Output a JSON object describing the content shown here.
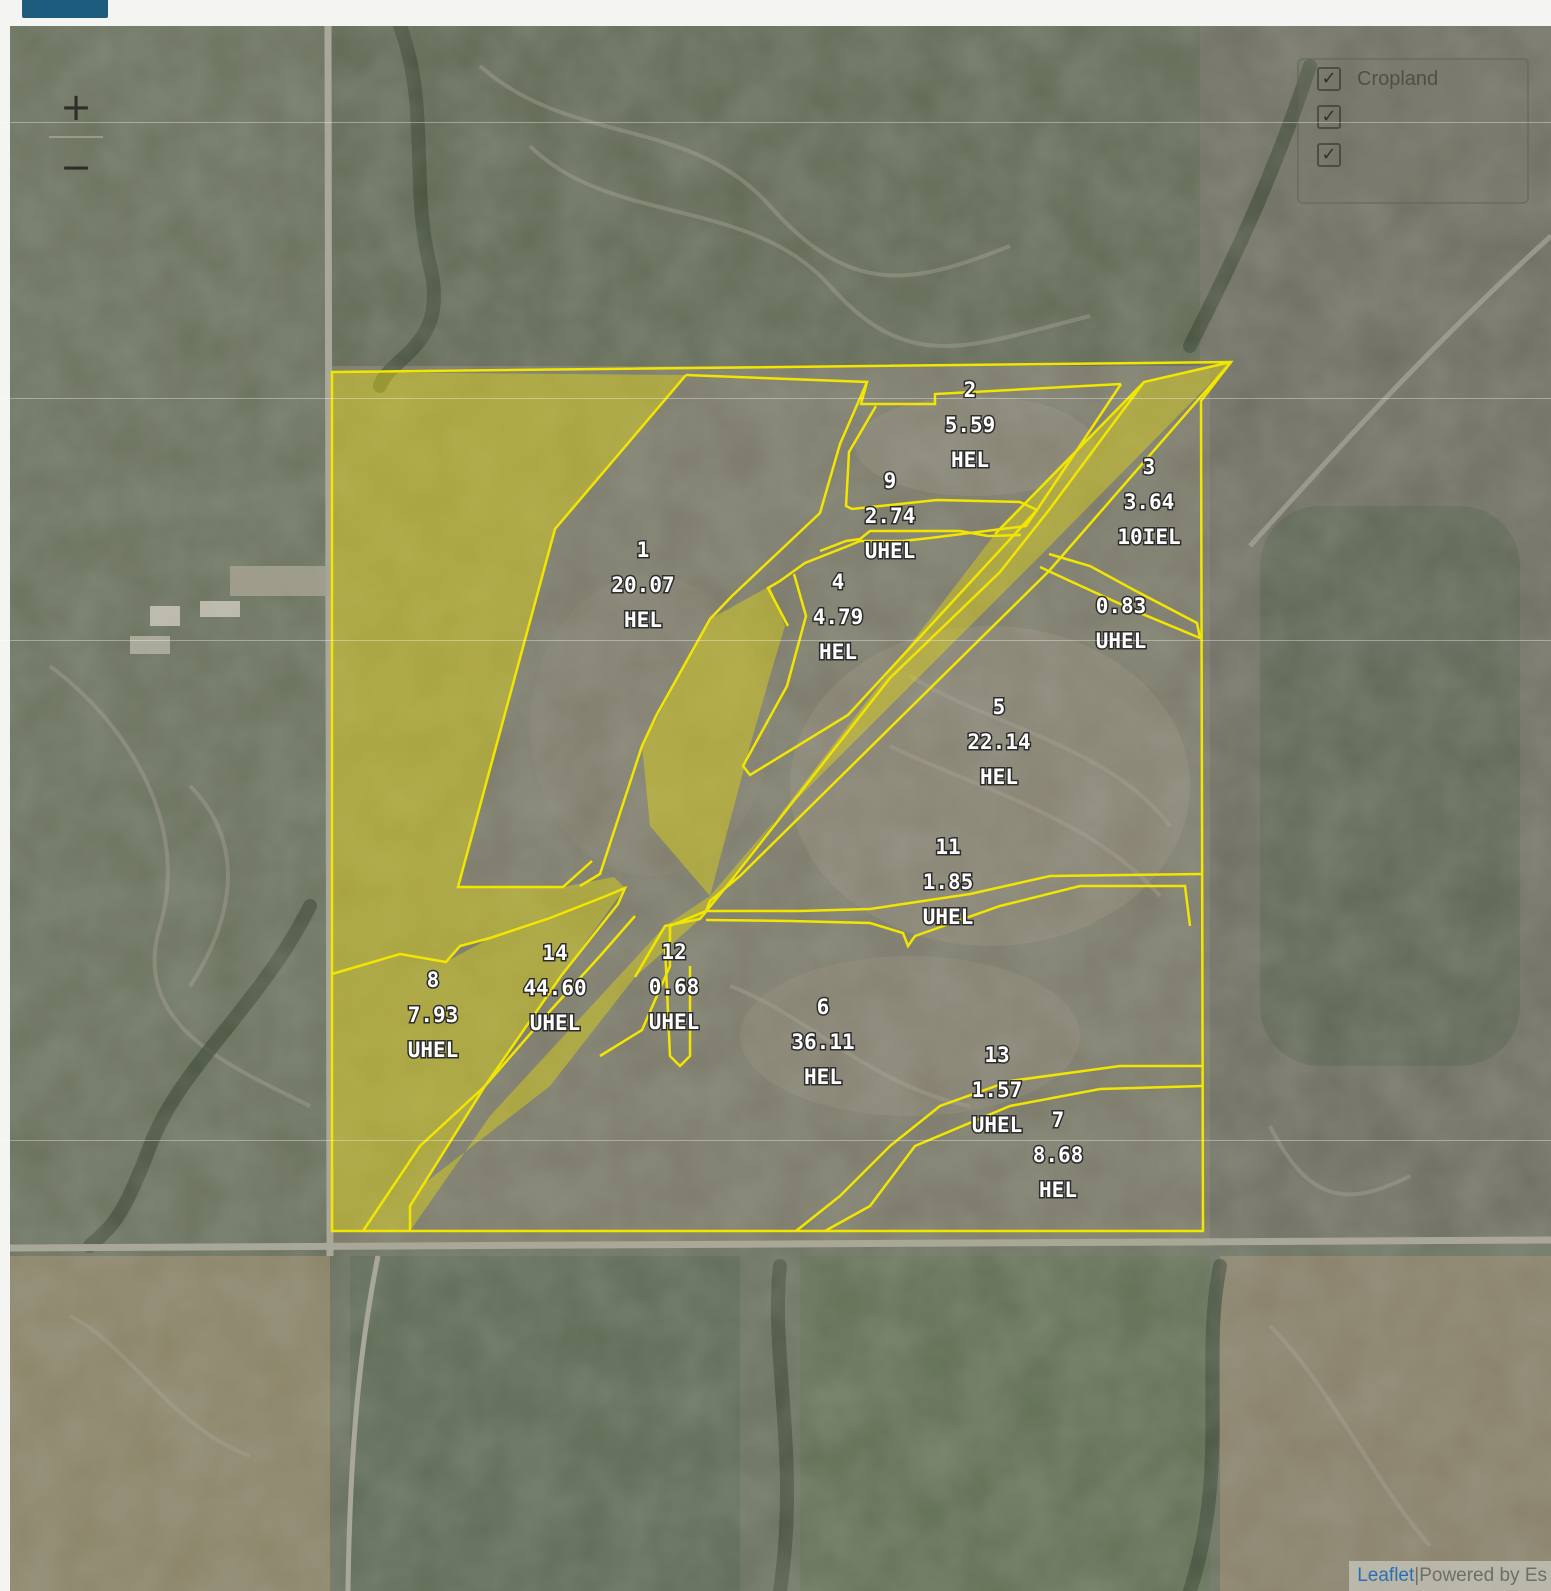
{
  "map": {
    "zoom_in_label": "+",
    "zoom_out_label": "−",
    "attribution": {
      "leaflet_label": "Leaflet",
      "separator": " | ",
      "powered_label": "Powered by Es"
    },
    "layers": [
      {
        "label": "Cropland",
        "checked": true
      },
      {
        "label": "",
        "checked": true
      },
      {
        "label": "",
        "checked": true
      }
    ],
    "boundary_color": "#f2e600",
    "fields": [
      {
        "number": "1",
        "acres": "20.07",
        "class": "HEL"
      },
      {
        "number": "2",
        "acres": "5.59",
        "class": "HEL"
      },
      {
        "number": "3",
        "acres": "3.64",
        "class": "10IEL"
      },
      {
        "number": "",
        "acres": "0.83",
        "class": "UHEL"
      },
      {
        "number": "4",
        "acres": "4.79",
        "class": "HEL"
      },
      {
        "number": "5",
        "acres": "22.14",
        "class": "HEL"
      },
      {
        "number": "6",
        "acres": "36.11",
        "class": "HEL"
      },
      {
        "number": "7",
        "acres": "8.68",
        "class": "HEL"
      },
      {
        "number": "8",
        "acres": "7.93",
        "class": "UHEL"
      },
      {
        "number": "9",
        "acres": "2.74",
        "class": "UHEL"
      },
      {
        "number": "11",
        "acres": "1.85",
        "class": "UHEL"
      },
      {
        "number": "12",
        "acres": "0.68",
        "class": "UHEL"
      },
      {
        "number": "13",
        "acres": "1.57",
        "class": "UHEL"
      },
      {
        "number": "14",
        "acres": "44.60",
        "class": "UHEL"
      }
    ]
  }
}
